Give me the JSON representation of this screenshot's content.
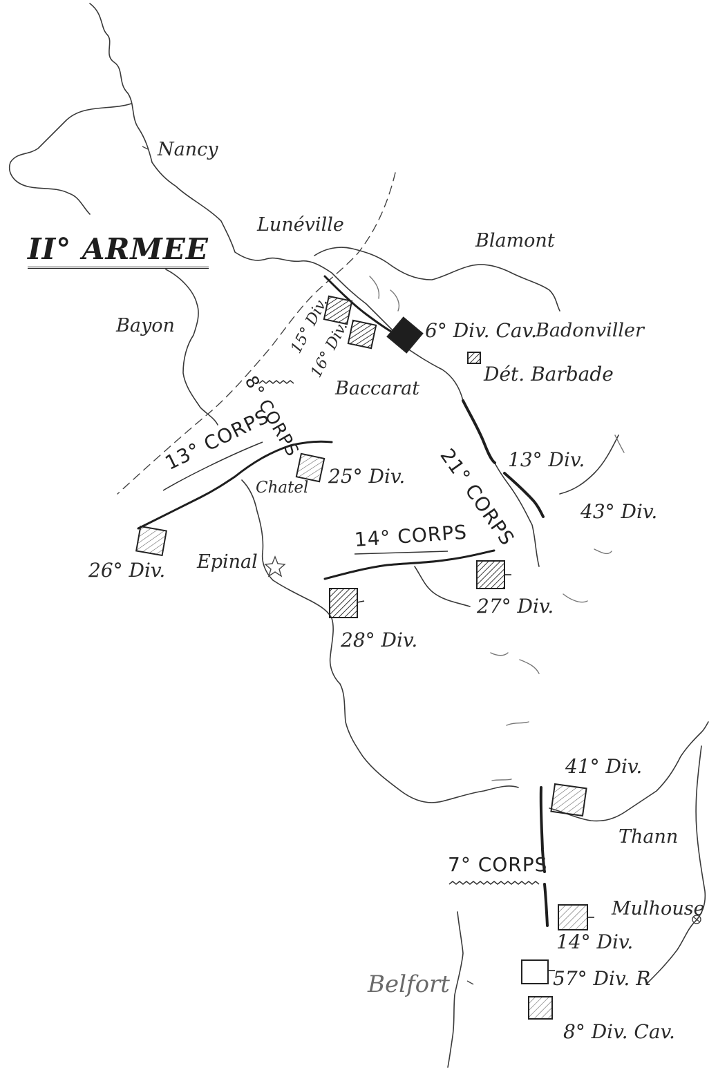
{
  "map": {
    "army": "II° ARMEE",
    "towns": {
      "nancy": "Nancy",
      "luneville": "Lunéville",
      "blamont": "Blamont",
      "bayon": "Bayon",
      "badonviller": "Badonviller",
      "baccarat": "Baccarat",
      "chatel": "Chatel",
      "epinal": "Epinal",
      "thann": "Thann",
      "mulhouse": "Mulhouse",
      "belfort": "Belfort"
    },
    "corps": {
      "c8": "8° CORPS",
      "c13": "13° CORPS",
      "c14": "14° CORPS",
      "c21": "21° CORPS",
      "c7": "7° CORPS"
    },
    "divisions": {
      "d15": "15° Div.",
      "d16": "16° Div.",
      "d6cav": "6° Div. Cav.",
      "det_barbade": "Dét. Barbade",
      "d13": "13° Div.",
      "d43": "43° Div.",
      "d25": "25° Div.",
      "d26": "26° Div.",
      "d27": "27° Div.",
      "d28": "28° Div.",
      "d41": "41° Div.",
      "d14": "14° Div.",
      "d57r": "57° Div. R",
      "d8cav": "8° Div. Cav."
    },
    "colors": {
      "ink": "#2a2a2a",
      "faint_ink": "#6a6a6a",
      "paper": "#ffffff"
    }
  }
}
